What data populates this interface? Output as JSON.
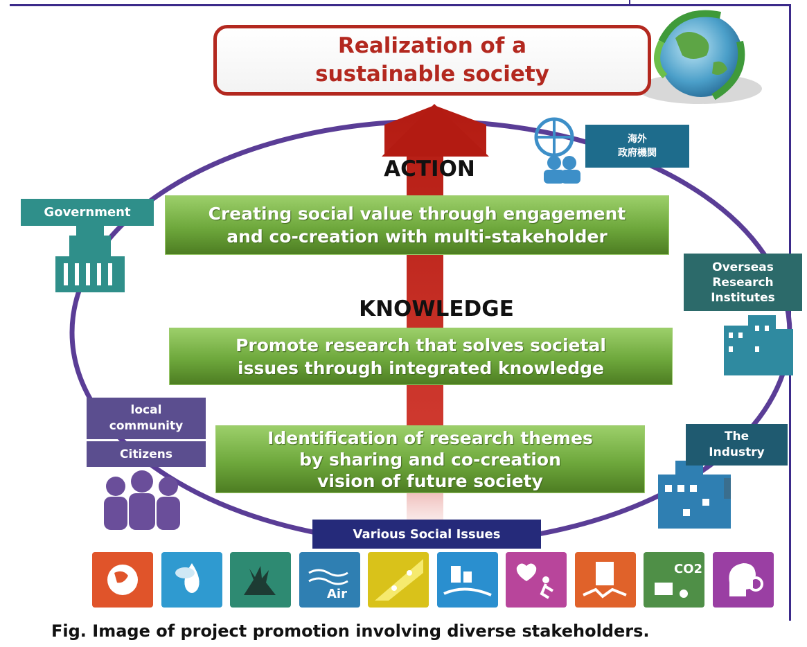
{
  "goal": {
    "text": "Realization of a\nsustainable society"
  },
  "stages": {
    "action_label": "ACTION",
    "knowledge_label": "KNOWLEDGE"
  },
  "boxes": {
    "box1": "Creating social value through engagement\nand co-creation with multi-stakeholder",
    "box2": "Promote research that solves societal\nissues through integrated knowledge",
    "box3": "Identification of research themes\nby sharing and co-creation\nvision of future society"
  },
  "stakeholders": {
    "government": "Government",
    "overseas_government": "海外\n政府機関",
    "overseas_research": "Overseas\nResearch\nInstitutes",
    "industry": "The\nIndustry",
    "local_community": "local\ncommunity",
    "citizens": "Citizens"
  },
  "issues_label": "Various Social Issues",
  "issue_icons": [
    {
      "icon": "globe-icon",
      "color": "#e0542a"
    },
    {
      "icon": "water-drop-icon",
      "color": "#2f9ad0"
    },
    {
      "icon": "deer-icon",
      "color": "#2e8a72"
    },
    {
      "icon": "air-icon",
      "color": "#2f7fb2"
    },
    {
      "icon": "sunlight-icon",
      "color": "#d9c21a"
    },
    {
      "icon": "city-river-icon",
      "color": "#2a8fcf"
    },
    {
      "icon": "heart-runner-icon",
      "color": "#b8459b"
    },
    {
      "icon": "earthquake-building-icon",
      "color": "#e0622a"
    },
    {
      "icon": "co2-factory-icon",
      "color": "#4f8f47"
    },
    {
      "icon": "head-gears-icon",
      "color": "#9a3fa3"
    }
  ],
  "caption": "Fig. Image of project promotion involving diverse stakeholders."
}
